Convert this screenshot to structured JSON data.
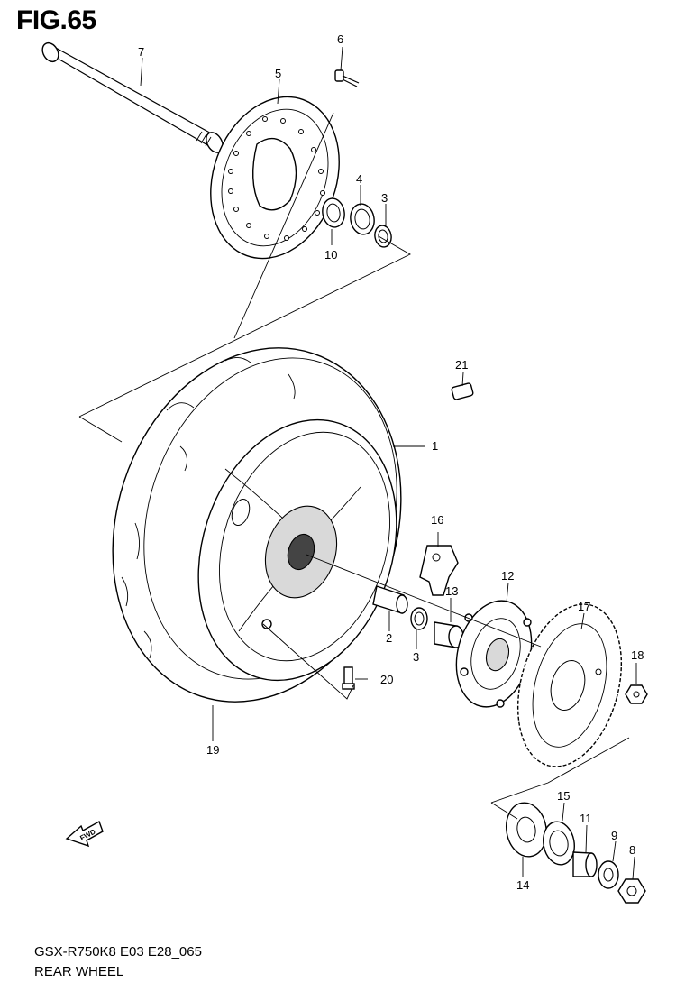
{
  "figure": {
    "title": "FIG.65",
    "model_code": "GSX-R750K8 E03 E28_065",
    "section_name": "REAR WHEEL"
  },
  "fwd_label": "FWD",
  "callouts": [
    {
      "id": "c1",
      "label": "1"
    },
    {
      "id": "c2",
      "label": "2"
    },
    {
      "id": "c3a",
      "label": "3"
    },
    {
      "id": "c3b",
      "label": "3"
    },
    {
      "id": "c4",
      "label": "4"
    },
    {
      "id": "c5",
      "label": "5"
    },
    {
      "id": "c6",
      "label": "6"
    },
    {
      "id": "c7",
      "label": "7"
    },
    {
      "id": "c8",
      "label": "8"
    },
    {
      "id": "c9",
      "label": "9"
    },
    {
      "id": "c10",
      "label": "10"
    },
    {
      "id": "c11",
      "label": "11"
    },
    {
      "id": "c12",
      "label": "12"
    },
    {
      "id": "c13",
      "label": "13"
    },
    {
      "id": "c14",
      "label": "14"
    },
    {
      "id": "c15",
      "label": "15"
    },
    {
      "id": "c16",
      "label": "16"
    },
    {
      "id": "c17",
      "label": "17"
    },
    {
      "id": "c18",
      "label": "18"
    },
    {
      "id": "c19",
      "label": "19"
    },
    {
      "id": "c20",
      "label": "20"
    },
    {
      "id": "c21",
      "label": "21"
    }
  ]
}
